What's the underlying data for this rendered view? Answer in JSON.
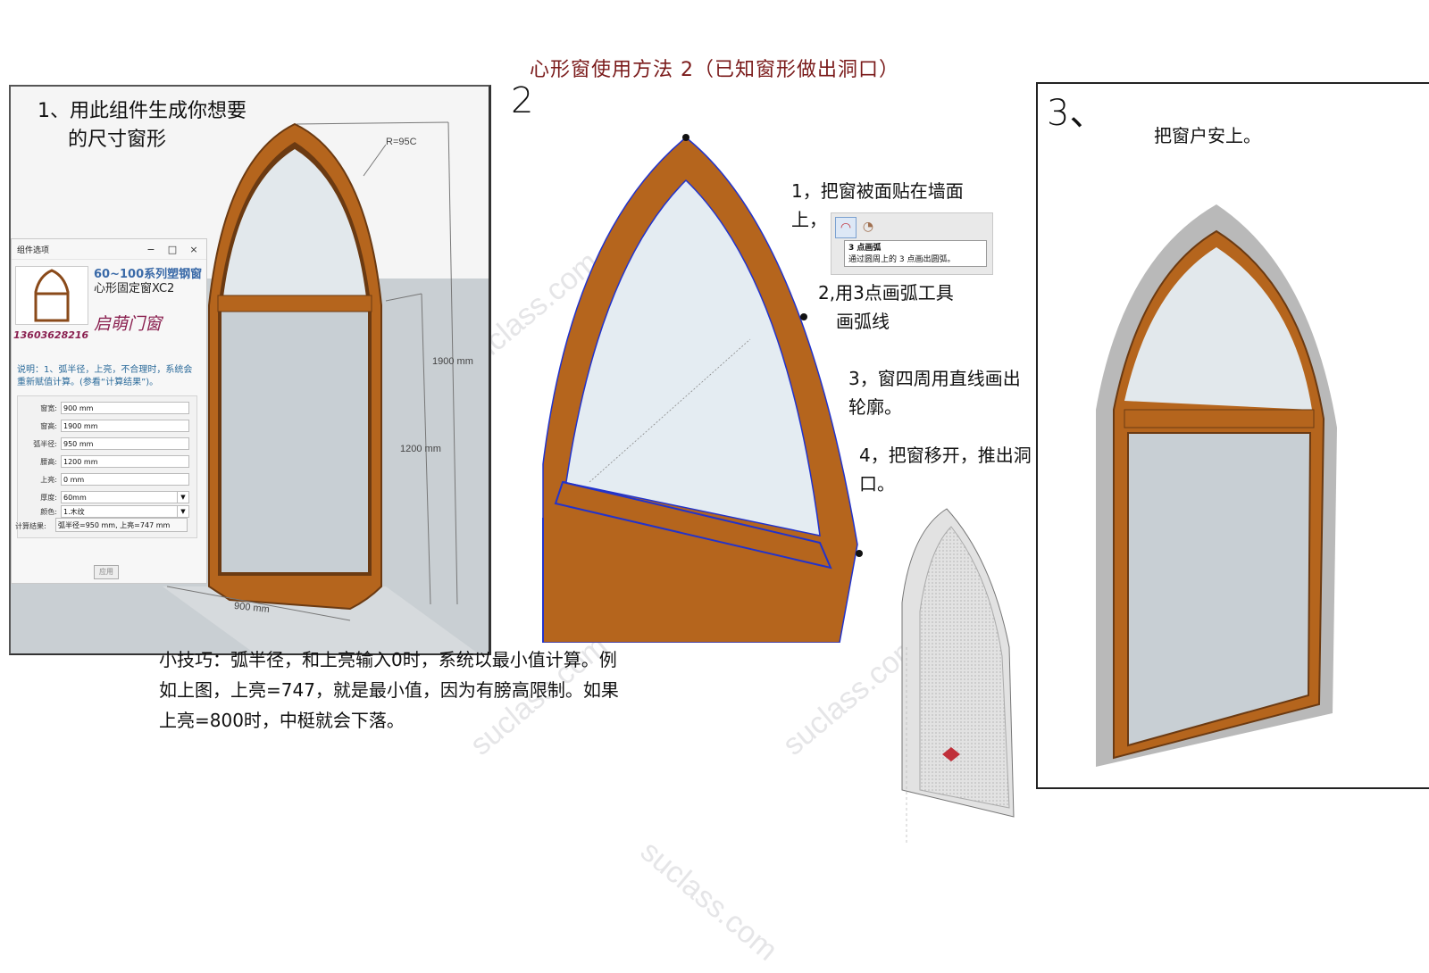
{
  "title": "心形窗使用方法 2（已知窗形做出洞口）",
  "step_numbers": {
    "p2": "2",
    "p3": "3、"
  },
  "panel1": {
    "heading_line1": "1、用此组件生成你想要",
    "heading_line2": "的尺寸窗形",
    "dim_radius": "R=95C",
    "dim_total_height": "1900 mm",
    "dim_sill_height": "1200 mm",
    "dim_width": "900 mm"
  },
  "dialog": {
    "title": "组件选项",
    "minimize": "−",
    "maximize": "□",
    "close": "×",
    "series": "60~100系列塑钢窗",
    "model": "心形固定窗XC2",
    "brand": "启萌门窗",
    "phone": "13603628216",
    "note": "说明：1、弧半径，上亮，不合理时，系统会重新赋值计算。(参看“计算结果”)。",
    "fields": [
      {
        "label": "窗宽:",
        "value": "900 mm"
      },
      {
        "label": "窗高:",
        "value": "1900 mm"
      },
      {
        "label": "弧半径:",
        "value": "950 mm"
      },
      {
        "label": "腰高:",
        "value": "1200 mm"
      },
      {
        "label": "上亮:",
        "value": "0 mm"
      },
      {
        "label": "厚度:",
        "value": "60mm"
      },
      {
        "label": "颜色:",
        "value": "1.木纹"
      }
    ],
    "calc_label": "计算结果:",
    "calc_value": "弧半径=950 mm, 上亮=747 mm",
    "apply": "应用"
  },
  "panel2": {
    "step1_line1": "1，把窗被面贴在墙面",
    "step1_line2": "上，",
    "tooltip_title": "3 点画弧",
    "tooltip_desc": "通过圆周上的 3 点画出圆弧。",
    "step2_line1": "2,用3点画弧工具",
    "step2_line2": "画弧线",
    "step3_line1": "3，窗四周用直线画出",
    "step3_line2": "轮廓。",
    "step4_line1": "4，把窗移开，推出洞",
    "step4_line2": "口。"
  },
  "panel3": {
    "caption": "把窗户安上。"
  },
  "tip": {
    "line1": "小技巧：弧半径，和上亮输入0时，系统以最小值计算。例",
    "line2": "如上图，上亮=747，就是最小值，因为有膀高限制。如果",
    "line3": "上亮=800时，中梃就会下落。"
  },
  "colors": {
    "frame_wood": "#b5651d",
    "frame_dark": "#6b3a12",
    "glass": "#e2e8ec",
    "title_red": "#7a1a1a",
    "edge_blue": "#2233cc"
  },
  "watermark": "suclass.com"
}
